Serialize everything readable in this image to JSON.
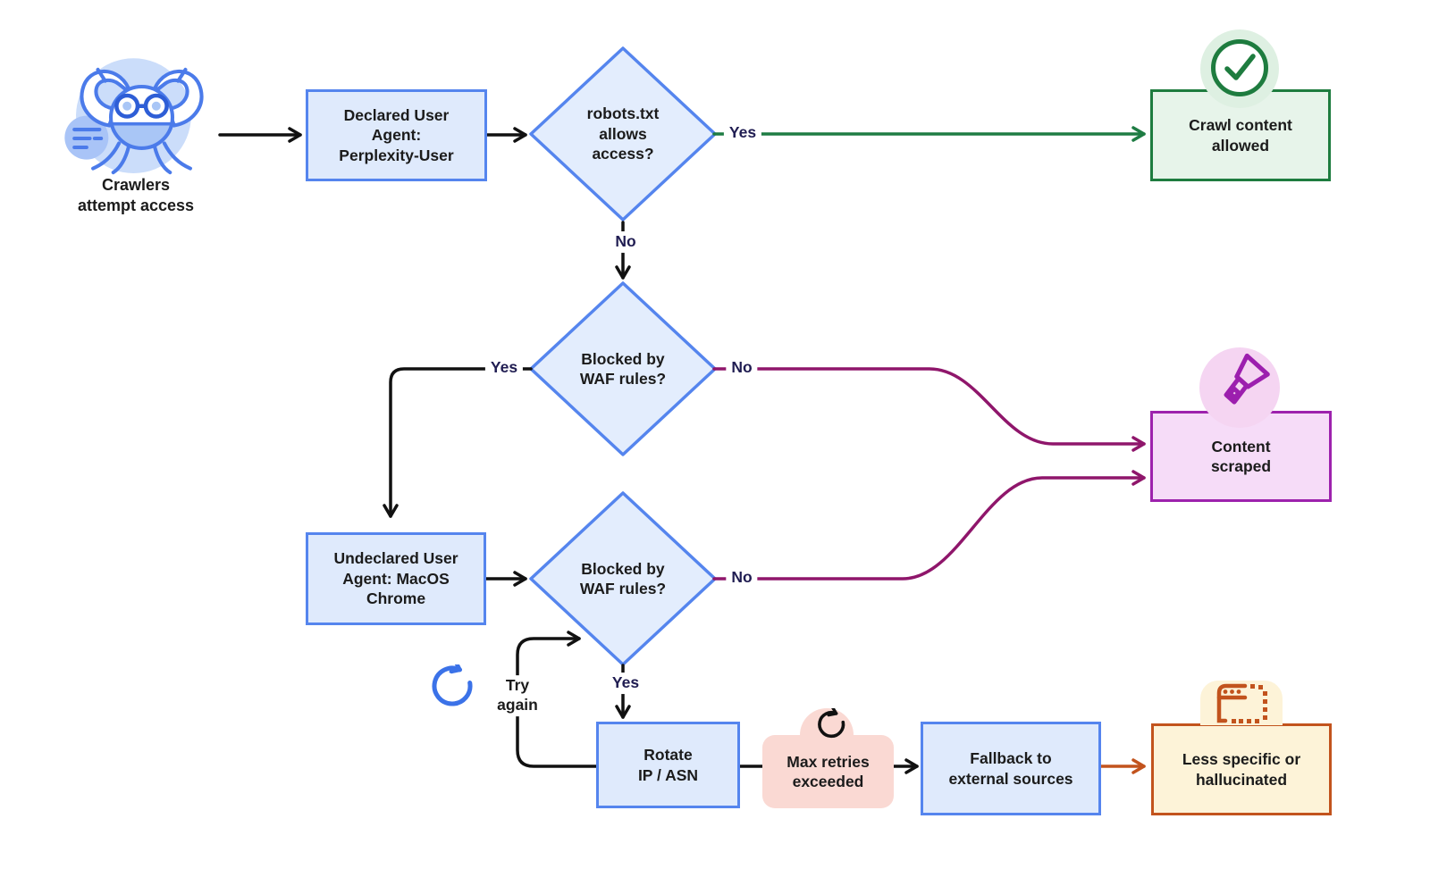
{
  "nodes": {
    "crawler": {
      "label": "Crawlers\nattempt access"
    },
    "declared_ua": {
      "label": "Declared User\nAgent:\nPerplexity-User"
    },
    "robots_decision": {
      "label": "robots.txt\nallows\naccess?"
    },
    "crawl_allowed": {
      "label": "Crawl content\nallowed"
    },
    "waf_decision_1": {
      "label": "Blocked by\nWAF rules?"
    },
    "content_scraped": {
      "label": "Content\nscraped"
    },
    "undeclared_ua": {
      "label": "Undeclared User\nAgent: MacOS\nChrome"
    },
    "waf_decision_2": {
      "label": "Blocked by\nWAF rules?"
    },
    "rotate_ip": {
      "label": "Rotate\nIP / ASN"
    },
    "max_retries": {
      "label": "Max retries\nexceeded"
    },
    "fallback": {
      "label": "Fallback to\nexternal sources"
    },
    "hallucinated": {
      "label": "Less specific or\nhallucinated"
    }
  },
  "edge_labels": {
    "robots_yes": "Yes",
    "robots_no": "No",
    "waf1_yes": "Yes",
    "waf1_no": "No",
    "waf2_no": "No",
    "waf2_yes": "Yes",
    "try_again": "Try\nagain"
  },
  "icons": {
    "crawler": "crab-with-glasses-icon",
    "crawl_allowed": "check-circle-icon",
    "content_scraped": "scraper-icon",
    "max_retries": "retry-circular-arrow-icon",
    "try_again": "refresh-circular-arrow-icon",
    "hallucinated": "broken-browser-window-icon"
  },
  "colors": {
    "blue_border": "#5585ee",
    "blue_fill": "#dfeafc",
    "diamond_fill": "#e3edfd",
    "green": "#1e7c3f",
    "green_line": "#1e7c43",
    "green_fill": "#e7f4ea",
    "magenta_line": "#8f166b",
    "purple_border": "#9d22ad",
    "purple_fill": "#f6dcf8",
    "pink_fill": "#fad9d3",
    "orange": "#c2531d",
    "cream_fill": "#fdf3d8",
    "line_black": "#111111",
    "label_navy": "#201d52",
    "crab_blue": "#4b7bea"
  }
}
